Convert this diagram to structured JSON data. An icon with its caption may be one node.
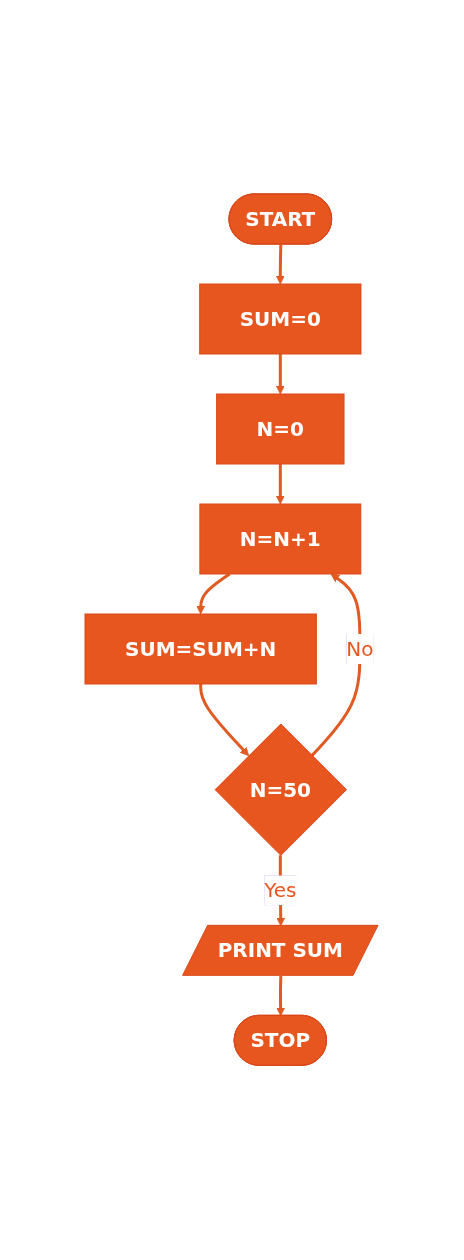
{
  "diagram": {
    "nodes": [
      {
        "text": [
          "START"
        ]
      },
      {
        "text": [
          "SUM=0"
        ]
      },
      {
        "text": [
          "N=0"
        ]
      },
      {
        "text": [
          "N=N+1"
        ]
      },
      {
        "text": [
          "SUM=SUM+N"
        ]
      },
      {
        "text": [
          "N=50"
        ]
      },
      {
        "text": [
          "PRINT SUM"
        ]
      },
      {
        "text": [
          "STOP"
        ]
      }
    ],
    "edges": [
      {
        "from": 0,
        "to": 1,
        "arrow": "to"
      },
      {
        "from": 1,
        "to": 2,
        "arrow": "to"
      },
      {
        "from": 2,
        "to": 3,
        "arrow": "to"
      },
      {
        "from": 3,
        "to": 4,
        "arrow": "to"
      },
      {
        "from": 4,
        "to": 5,
        "arrow": "to"
      },
      {
        "from": 5,
        "to": 3,
        "label": "No",
        "arrow": "to"
      },
      {
        "from": 5,
        "to": 6,
        "label": "Yes",
        "arrow": "to"
      },
      {
        "from": 6,
        "to": 7,
        "arrow": "to"
      }
    ]
  }
}
